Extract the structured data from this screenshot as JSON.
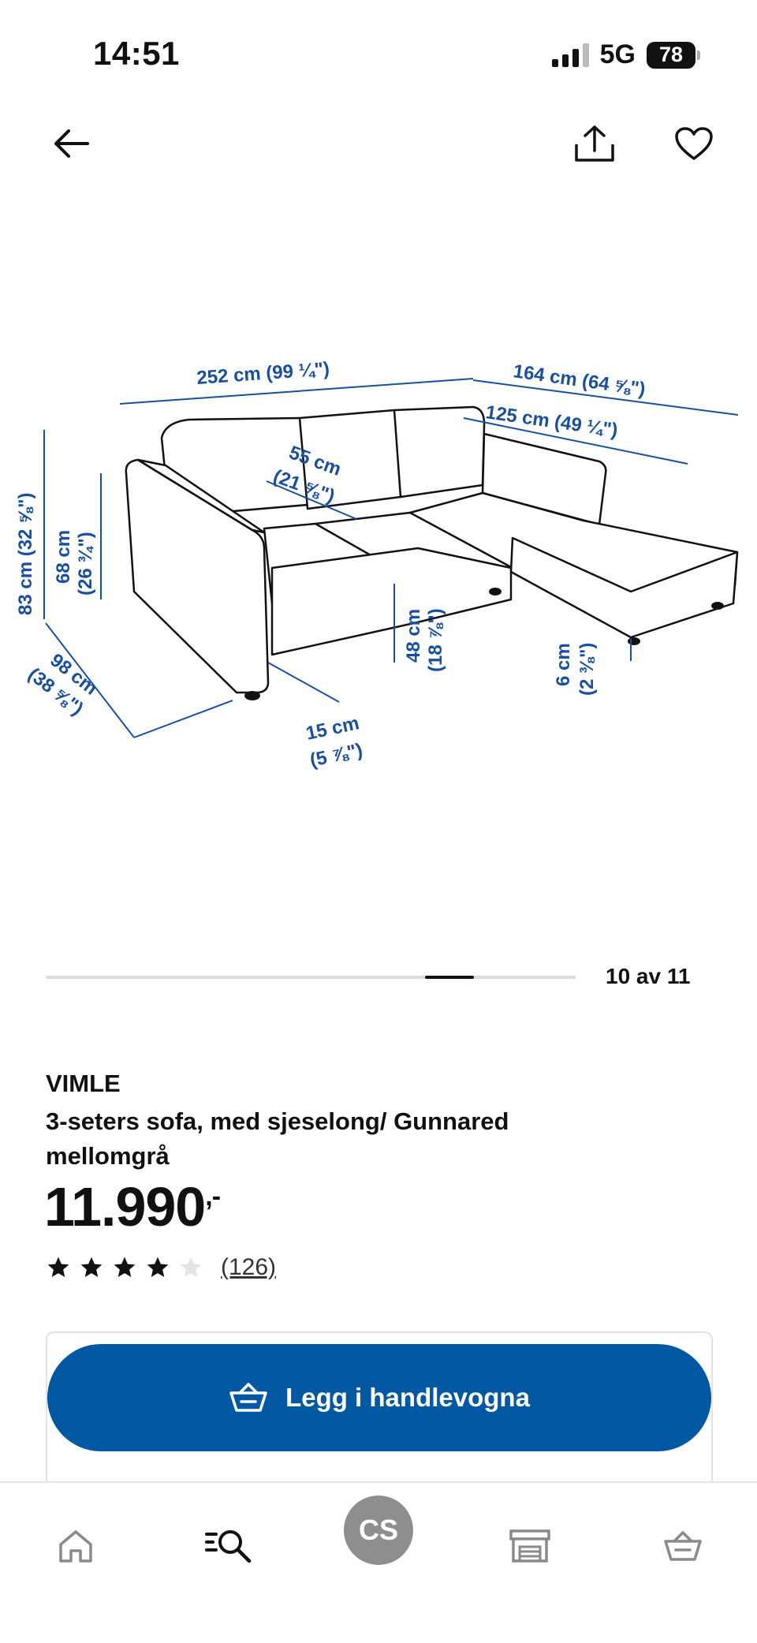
{
  "status_bar": {
    "time": "14:51",
    "network": "5G",
    "battery": "78"
  },
  "diagram": {
    "dimensions": {
      "width_total": "252 cm (99 ¼\")",
      "chaise_length": "164 cm (64 ⅝\")",
      "chaise_inner": "125 cm (49 ¼\")",
      "seat_depth": "55 cm",
      "seat_depth_in": "(21 ⅝\")",
      "height_total": "83 cm (32 ⅝\")",
      "arm_height": "68 cm",
      "arm_height_in": "(26 ¾\")",
      "seat_height": "48 cm",
      "seat_height_in": "(18 ⅞\")",
      "depth": "98 cm",
      "depth_in": "(38 ⅝\")",
      "arm_width": "15 cm",
      "arm_width_in": "(5 ⅞\")",
      "leg_height": "6 cm",
      "leg_height_in": "(2 ⅜\")"
    }
  },
  "carousel": {
    "counter": "10 av 11",
    "current": 10,
    "total": 11
  },
  "product": {
    "name": "VIMLE",
    "description": "3-seters sofa, med sjeselong/ Gunnared mellomgrå",
    "price": "11.990",
    "price_suffix": ",-",
    "rating": 4,
    "rating_max": 5,
    "reviews": "(126)"
  },
  "cart": {
    "button_label": "Legg i handlevogna"
  },
  "bottom_nav": {
    "avatar_initials": "CS"
  },
  "colors": {
    "primary": "#0058a3",
    "dimension": "#1a4fa0"
  }
}
